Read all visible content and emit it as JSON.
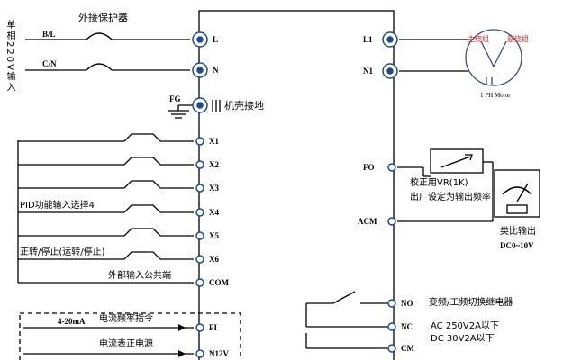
{
  "supply": {
    "vertical_label": "单相220V输入",
    "line_label": "B/L",
    "neutral_label": "C/N",
    "protector_label": "外接保护器"
  },
  "ground": {
    "fg_label": "FG",
    "chassis_label": "机壳接地"
  },
  "left_terminals": [
    {
      "label": "L"
    },
    {
      "label": "N"
    },
    {
      "label": "X1"
    },
    {
      "label": "X2"
    },
    {
      "label": "X3"
    },
    {
      "label": "X4"
    },
    {
      "label": "X5"
    },
    {
      "label": "X6"
    },
    {
      "label": "COM"
    },
    {
      "label": "FI"
    },
    {
      "label": "N12V"
    }
  ],
  "inputs": {
    "pid_label": "PID功能输入选择4",
    "run_label": "正转/停止(运转/停止)",
    "common_label": "外部输入公共端",
    "current_in": "4-20mA",
    "freq_cmd": "电流频率指令",
    "meter_power": "电流表正电源"
  },
  "motor": {
    "terminals": [
      {
        "label": "L1"
      },
      {
        "label": "N1"
      }
    ],
    "main_winding": "主绕组",
    "aux_winding": "副绕组",
    "caption": "1 PH Motor"
  },
  "analog_out": {
    "fo_label": "FO",
    "acm_label": "ACM",
    "vr_label": "校正用VR(1K)",
    "factory_label": "出厂设定为输出频率",
    "analog_label": "类比输出",
    "range_label": "DC0~10V"
  },
  "relay": {
    "terminals": [
      {
        "label": "NO"
      },
      {
        "label": "NC"
      },
      {
        "label": "CM"
      }
    ],
    "desc": "变频/工频切换继电器",
    "ac_rating": "AC 250V2A以下",
    "dc_rating": "DC 30V2A以下"
  }
}
